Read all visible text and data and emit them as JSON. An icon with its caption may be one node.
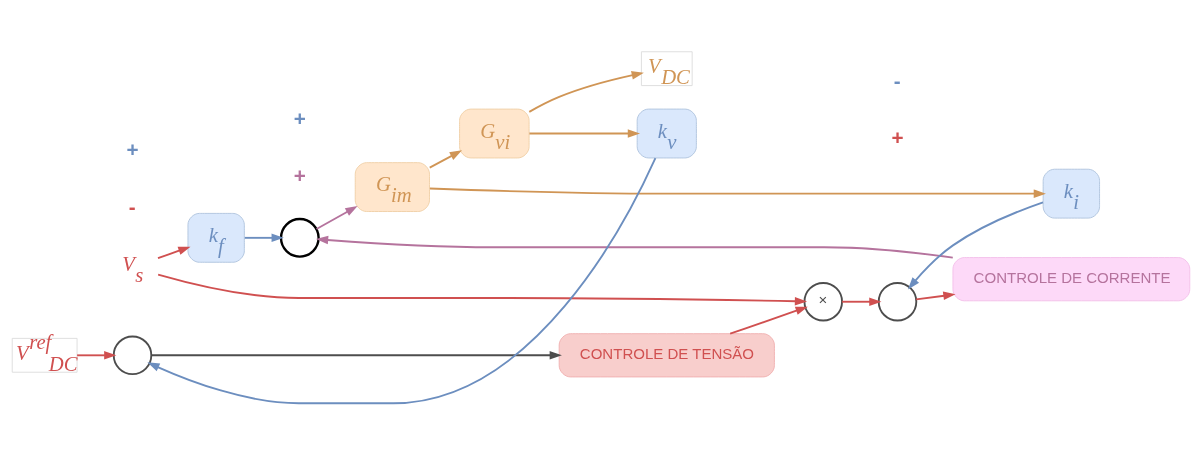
{
  "diagram": {
    "nodes": [
      {
        "text": [
          "V$_{s}$"
        ]
      },
      {
        "text": [
          "k$_{f}$"
        ]
      },
      {
        "text": [
          "V$^{ref}$$_{DC}$"
        ]
      },
      {
        "text": [],
        "shape": "circle"
      },
      {
        "text": [
          "CONTROLE DE TENSÃO"
        ]
      },
      {
        "text": [
          "×"
        ]
      },
      {
        "text": [],
        "shape": "circle"
      },
      {
        "text": [
          "CONTROLE DE CORRENTE"
        ]
      },
      {
        "text": [],
        "shape": "circle"
      },
      {
        "text": [
          "G$_{im}$"
        ]
      },
      {
        "text": [
          "G$_{vi}$"
        ]
      },
      {
        "text": [
          "V$_{DC}$"
        ]
      },
      {
        "text": [
          "k$_{i}$"
        ]
      },
      {
        "text": [
          "k$_{v}$"
        ]
      }
    ],
    "edges": [
      {
        "from": 0,
        "to": 1,
        "arrow": "to"
      },
      {
        "from": 0,
        "to": 5,
        "arrow": "to"
      },
      {
        "from": 2,
        "to": 3,
        "arrow": "to"
      },
      {
        "from": 3,
        "to": 4,
        "arrow": "to",
        "color": "#4d4d4d"
      },
      {
        "from": 4,
        "to": 5,
        "arrow": "to"
      },
      {
        "from": 5,
        "to": 6,
        "arrow": "to"
      },
      {
        "from": 6,
        "to": 7,
        "arrow": "to"
      },
      {
        "from": 7,
        "to": 8,
        "arrow": "to",
        "color": "#b5739d"
      },
      {
        "from": 1,
        "to": 8,
        "arrow": "to",
        "color": "#6c8ebf"
      },
      {
        "from": 8,
        "to": 9,
        "arrow": "to",
        "color": "#b5739d"
      },
      {
        "from": 9,
        "to": 10,
        "arrow": "to",
        "color": "#d09555"
      },
      {
        "from": 10,
        "to": 11,
        "arrow": "to",
        "color": "#d09555"
      },
      {
        "from": 9,
        "to": 12,
        "arrow": "to",
        "color": "#d09555"
      },
      {
        "from": 12,
        "to": 6,
        "arrow": "to",
        "color": "#6c8ebf"
      },
      {
        "from": 10,
        "to": 13,
        "arrow": "to",
        "color": "#d09555"
      },
      {
        "from": 13,
        "to": 3,
        "arrow": "to",
        "color": "#6c8ebf"
      }
    ],
    "labels": [
      "+",
      "-",
      "+",
      "+",
      "+",
      "-"
    ]
  }
}
